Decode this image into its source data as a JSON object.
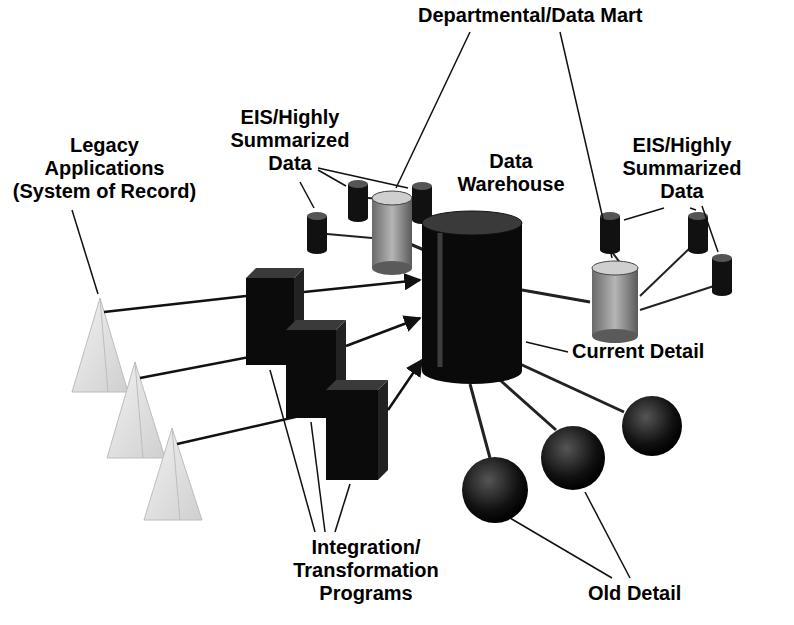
{
  "diagram": {
    "nodes": [
      {
        "text": [
          "Data Warehouse"
        ]
      }
    ],
    "labels": [
      "Departmental/Data Mart",
      "EIS/Highly Summarized Data",
      "EIS/Highly Summarized Data",
      "Legacy Applications (System of Record)",
      "Current Detail",
      "Integration/ Transformation Programs",
      "Old Detail"
    ]
  }
}
